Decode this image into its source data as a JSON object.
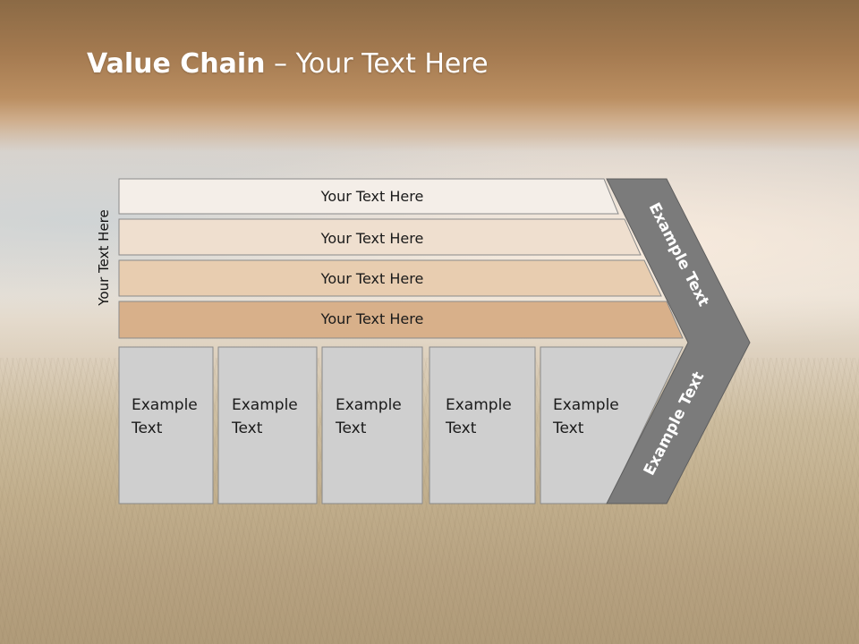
{
  "title": {
    "bold": "Value Chain",
    "rest": " – Your Text Here"
  },
  "side_label": "Your Text Here",
  "bars": [
    {
      "label": "Your Text Here",
      "color": "#f4eee8"
    },
    {
      "label": "Your Text Here",
      "color": "#efdfcf"
    },
    {
      "label": "Your Text Here",
      "color": "#e8cdb0"
    },
    {
      "label": "Your Text Here",
      "color": "#d8b08a"
    }
  ],
  "boxes": [
    {
      "line1": "Example",
      "line2": "Text"
    },
    {
      "line1": "Example",
      "line2": "Text"
    },
    {
      "line1": "Example",
      "line2": "Text"
    },
    {
      "line1": "Example",
      "line2": "Text"
    },
    {
      "line1": "Example",
      "line2": "Text"
    }
  ],
  "chevron": {
    "upper_label": "Example Text",
    "lower_label": "Example Text",
    "color": "#7b7b7b"
  },
  "colors": {
    "box": "#cfcfcf",
    "title": "#ffffff"
  }
}
